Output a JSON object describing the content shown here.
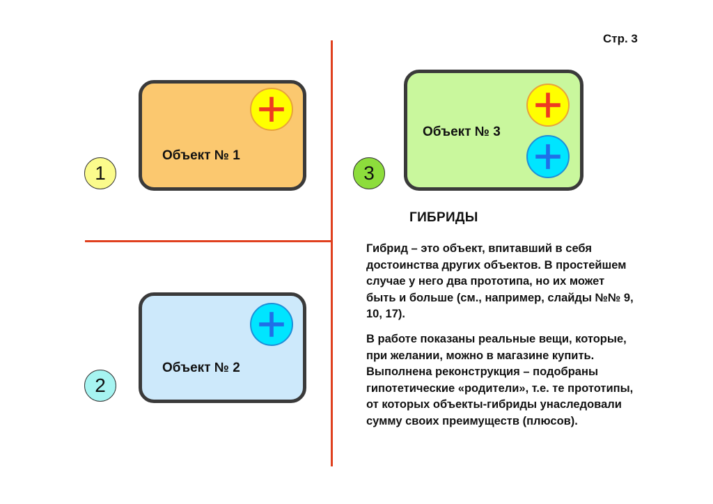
{
  "page": {
    "number_label": "Стр. 3"
  },
  "colors": {
    "divider": "#e0401e",
    "card1_fill": "#fbc86f",
    "card2_fill": "#cde9fb",
    "card3_fill": "#c9f79d",
    "badge1_fill": "#fbfb8c",
    "badge2_fill": "#a6f4f1",
    "badge3_fill": "#8ddd3c",
    "plus_red_circle": "#ffff00",
    "plus_red_cross": "#ee3a22",
    "plus_blue_circle": "#00e5ff",
    "plus_blue_cross": "#1f6fe8"
  },
  "objects": [
    {
      "number": "1",
      "label": "Объект № 1",
      "plus_icons": [
        "red-plus-icon"
      ]
    },
    {
      "number": "2",
      "label": "Объект № 2",
      "plus_icons": [
        "blue-plus-icon"
      ]
    },
    {
      "number": "3",
      "label": "Объект № 3",
      "plus_icons": [
        "red-plus-icon",
        "blue-plus-icon"
      ]
    }
  ],
  "hybrids": {
    "title": "ГИБРИДЫ",
    "paragraph1": "Гибрид – это объект, впитавший в себя достоинства других объектов. В простейшем случае у него два прототипа, но их может быть и больше (см., например, слайды  №№ 9, 10, 17).",
    "paragraph2": "В работе показаны реальные вещи, которые, при желании, можно в магазине купить. Выполнена реконструкция – подобраны гипотетические «родители», т.е. те прототипы, от которых объекты-гибриды унаследовали сумму своих преимуществ (плюсов)."
  }
}
